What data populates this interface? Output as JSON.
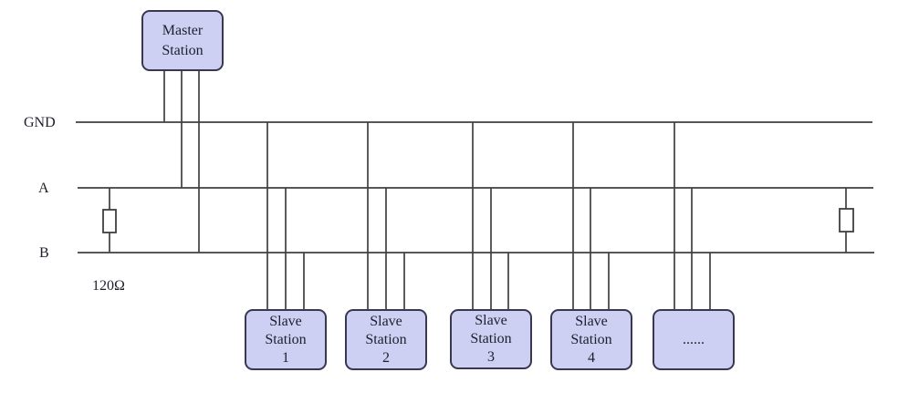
{
  "diagram": {
    "type": "bus-topology",
    "bus_labels": {
      "gnd": "GND",
      "a": "A",
      "b": "B"
    },
    "termination": {
      "left_label": "120Ω"
    },
    "master": {
      "line1": "Master",
      "line2": "Station"
    },
    "slaves": [
      {
        "line1": "Slave",
        "line2": "Station",
        "line3": "1"
      },
      {
        "line1": "Slave",
        "line2": "Station",
        "line3": "2"
      },
      {
        "line1": "Slave",
        "line2": "Station",
        "line3": "3"
      },
      {
        "line1": "Slave",
        "line2": "Station",
        "line3": "4"
      }
    ],
    "ellipsis": {
      "label": "......"
    },
    "colors": {
      "box_fill": "#cdd0f2",
      "box_border": "#383850",
      "wire": "#3f3f3f",
      "resistor_fill": "#ffffff",
      "text": "#1e1e2d",
      "background": "#ffffff"
    }
  }
}
